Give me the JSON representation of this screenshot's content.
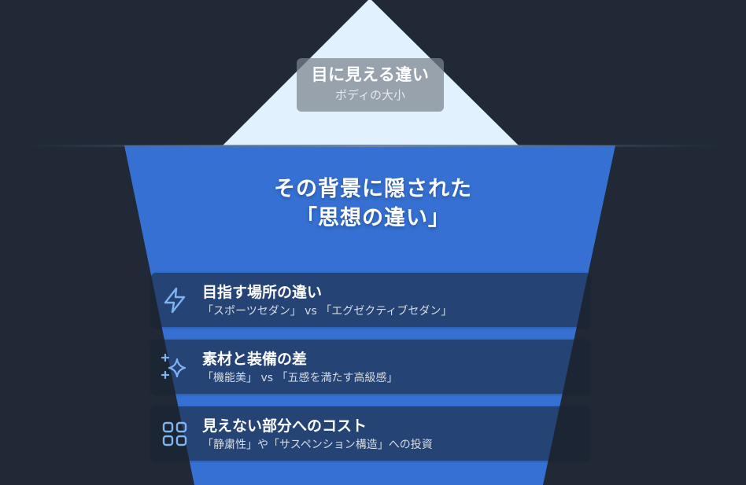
{
  "tip": {
    "title": "目に見える違い",
    "subtitle": "ボディの大小"
  },
  "main": {
    "title_line1": "その背景に隠された",
    "title_line2": "「思想の違い」"
  },
  "cards": [
    {
      "title": "目指す場所の違い",
      "description": "「スポーツセダン」 vs 「エグゼクティブセダン」",
      "icon": "lightning-icon"
    },
    {
      "title": "素材と装備の差",
      "description": "「機能美」 vs 「五感を満たす高級感」",
      "icon": "sparkles-icon"
    },
    {
      "title": "見えない部分へのコスト",
      "description": "「静粛性」や「サスペンション構造」への投資",
      "icon": "grid-icon"
    }
  ],
  "colors": {
    "background": "#212937",
    "iceberg_tip": "#e1f2fe",
    "iceberg_body": "#3570d2",
    "icon_accent": "#7fb3f2"
  }
}
